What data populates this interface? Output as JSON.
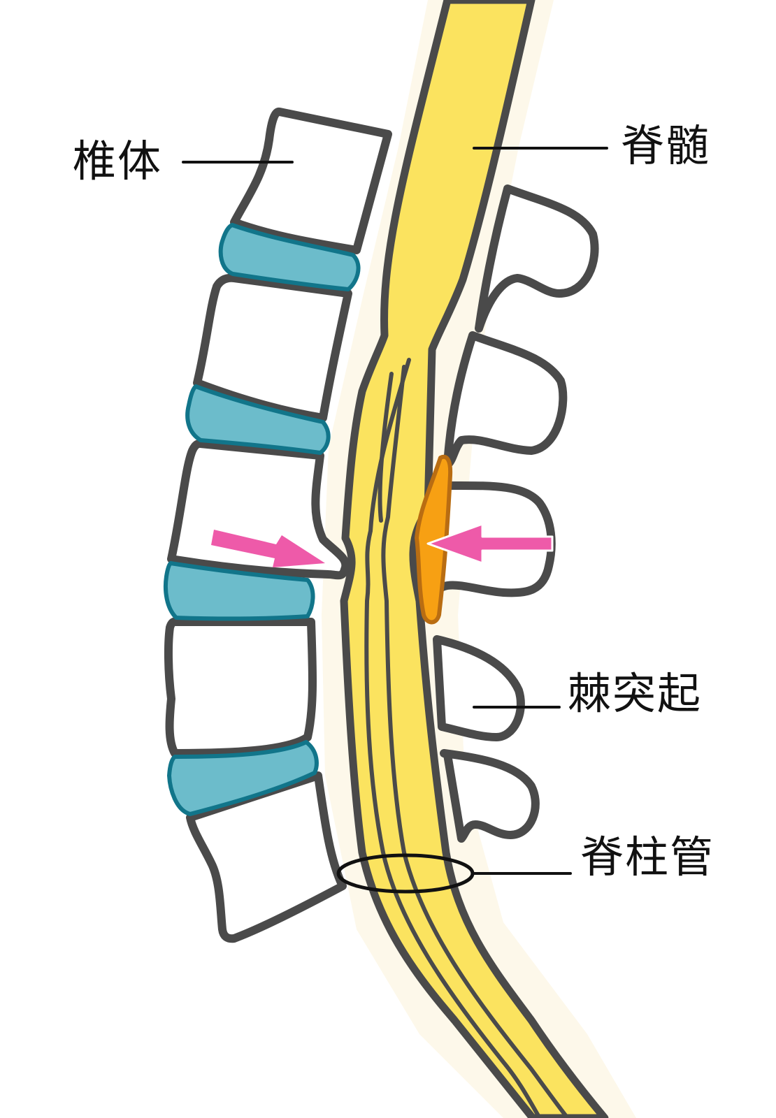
{
  "labels": {
    "vertebral_body": "椎体",
    "spinal_cord": "脊髄",
    "spinous_process": "棘突起",
    "spinal_canal": "脊柱管"
  },
  "colors": {
    "bone_fill": "#ffffff",
    "outline": "#4a4a4a",
    "disc": "#6cbccb",
    "disc_outline": "#11758a",
    "cord": "#fbe35f",
    "cord_glow": "#fdf8ea",
    "ligament": "#f7a013",
    "ligament_outline": "#b96d12",
    "arrow": "#ee5aa9"
  },
  "icons": {
    "compression_arrow": "pink-arrow-icon"
  }
}
